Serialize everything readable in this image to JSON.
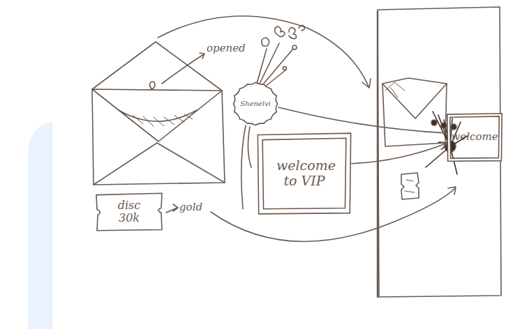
{
  "diagram": {
    "nodes": [
      {
        "text": [
          "Shenelvi"
        ]
      },
      {
        "text": [
          "welcome to VIP"
        ]
      },
      {
        "text": [
          "disc 30k"
        ]
      },
      {
        "text": [
          "welcome"
        ]
      }
    ],
    "edges": [
      {
        "from": 0,
        "to": 3,
        "arrow": "none"
      },
      {
        "from": 1,
        "to": 3,
        "arrow": "to"
      }
    ],
    "labels": [
      "opened",
      "gold"
    ]
  }
}
